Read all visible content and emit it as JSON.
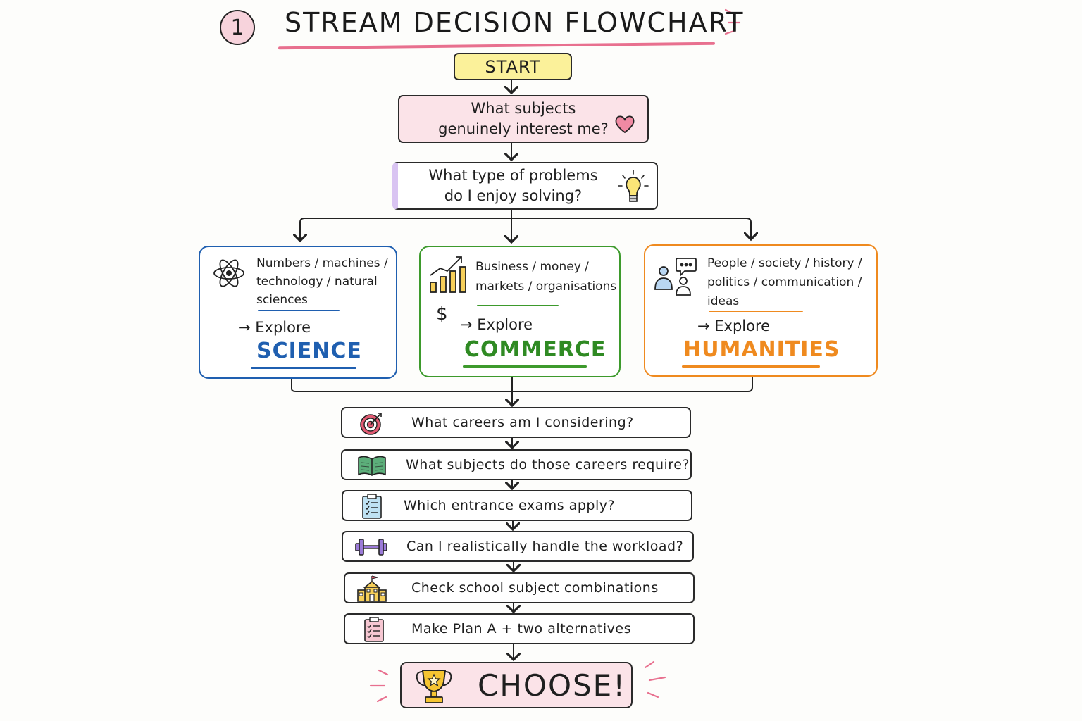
{
  "header": {
    "number": "1",
    "title": "STREAM DECISION FLOWCHART"
  },
  "start_label": "START",
  "questions": [
    {
      "line1": "What subjects",
      "line2": "genuinely interest me?",
      "icon": "heart-icon"
    },
    {
      "line1": "What type of problems",
      "line2": "do I enjoy solving?",
      "icon": "lightbulb-icon"
    }
  ],
  "streams": [
    {
      "id": "science",
      "desc1": "Numbers / machines /",
      "desc2": "technology / natural",
      "desc3": "sciences",
      "explore": "→ Explore",
      "name": "SCIENCE",
      "color": "#1f5fb0",
      "icon": "atom-icon"
    },
    {
      "id": "commerce",
      "desc1": "Business / money /",
      "desc2": "markets / organisations",
      "desc3": "",
      "explore": "→ Explore",
      "name": "COMMERCE",
      "color": "#3d9a2c",
      "icon": "growth-chart-icon",
      "currency": "$"
    },
    {
      "id": "humanities",
      "desc1": "People / society / history /",
      "desc2": "politics / communication /",
      "desc3": "ideas",
      "explore": "→ Explore",
      "name": "HUMANITIES",
      "color": "#ef8a1f",
      "icon": "people-chat-icon"
    }
  ],
  "steps": [
    {
      "label": "What careers am I considering?",
      "icon": "target-icon"
    },
    {
      "label": "What subjects do those careers require?",
      "icon": "open-book-icon"
    },
    {
      "label": "Which entrance exams apply?",
      "icon": "checklist-clipboard-icon"
    },
    {
      "label": "Can I realistically handle the workload?",
      "icon": "dumbbell-icon"
    },
    {
      "label": "Check school subject combinations",
      "icon": "school-building-icon"
    },
    {
      "label": "Make Plan A + two alternatives",
      "icon": "plan-clipboard-icon"
    }
  ],
  "final": {
    "label": "CHOOSE!",
    "icon": "trophy-icon"
  },
  "colors": {
    "accent_pink": "#e8708f",
    "start_yellow": "#fbf19a",
    "pink_fill": "#fbe3e8"
  }
}
